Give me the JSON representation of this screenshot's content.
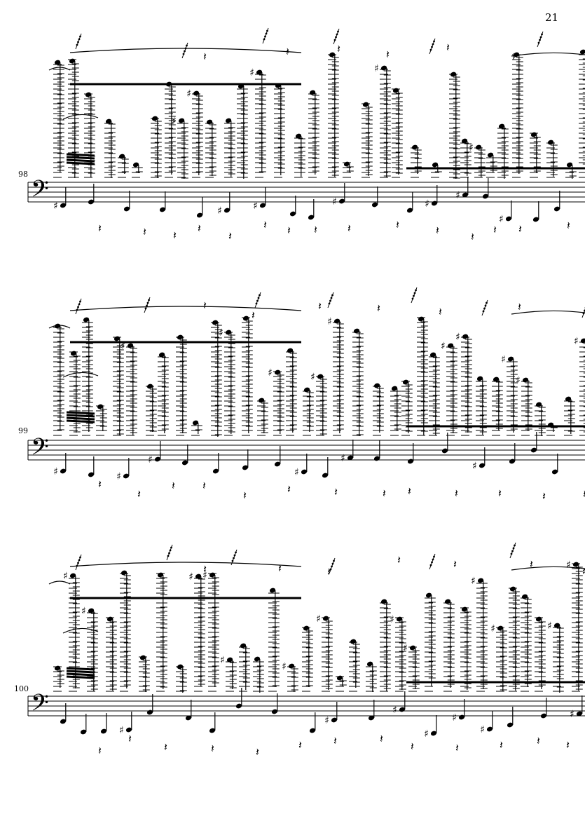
{
  "page": {
    "number": "21"
  },
  "systems": [
    {
      "measure_number": "98"
    },
    {
      "measure_number": "99"
    },
    {
      "measure_number": "100"
    }
  ],
  "glyphs": {
    "clef": "𝄢",
    "sharp": "♯",
    "natural": "♮",
    "rest": "𝄽"
  }
}
